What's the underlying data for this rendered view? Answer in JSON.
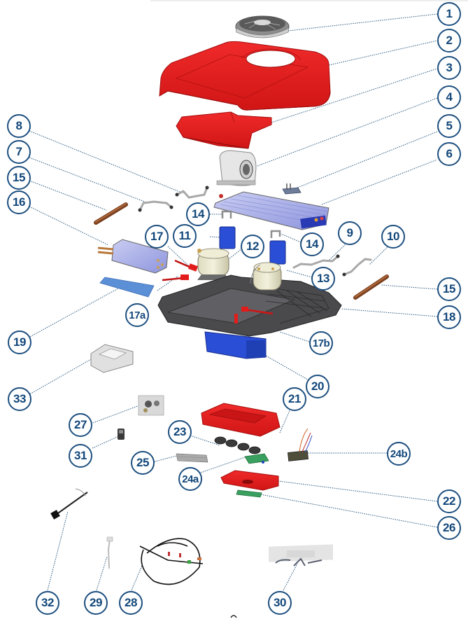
{
  "diagram": {
    "title": "",
    "type": "exploded-parts-view",
    "colors": {
      "callout_stroke": "#1d4f7f",
      "callout_text": "#12477a",
      "leader_line": "#2b5a80",
      "red_part": "#e21b1b",
      "blue_part": "#2a4fd6",
      "base_dark": "#4a4a4d"
    },
    "callouts": [
      {
        "id": "c1",
        "label": "1",
        "part": "fan-grille"
      },
      {
        "id": "c2",
        "label": "2",
        "part": "top-cover"
      },
      {
        "id": "c3",
        "label": "3",
        "part": "air-duct"
      },
      {
        "id": "c4",
        "label": "4",
        "part": "blower"
      },
      {
        "id": "c5",
        "label": "5",
        "part": "bracket"
      },
      {
        "id": "c6",
        "label": "6",
        "part": "condenser"
      },
      {
        "id": "c7",
        "label": "7",
        "part": "pipe"
      },
      {
        "id": "c8",
        "label": "8",
        "part": "pipe"
      },
      {
        "id": "c15a",
        "label": "15",
        "part": "filter-drier-left"
      },
      {
        "id": "c16",
        "label": "16",
        "part": "evaporator"
      },
      {
        "id": "c14a",
        "label": "14",
        "part": "clip"
      },
      {
        "id": "c17",
        "label": "17",
        "part": "heater"
      },
      {
        "id": "c11",
        "label": "11",
        "part": "capacitor"
      },
      {
        "id": "c12",
        "label": "12",
        "part": "compressor"
      },
      {
        "id": "c14b",
        "label": "14",
        "part": "clip"
      },
      {
        "id": "c9",
        "label": "9",
        "part": "pipe"
      },
      {
        "id": "c10",
        "label": "10",
        "part": "pipe"
      },
      {
        "id": "c13",
        "label": "13",
        "part": "compressor"
      },
      {
        "id": "c15b",
        "label": "15",
        "part": "filter-drier-right"
      },
      {
        "id": "c17a",
        "label": "17a",
        "part": "heater"
      },
      {
        "id": "c18",
        "label": "18",
        "part": "base-tray"
      },
      {
        "id": "c19",
        "label": "19",
        "part": "filter"
      },
      {
        "id": "c17b",
        "label": "17b",
        "part": "heater"
      },
      {
        "id": "c33",
        "label": "33",
        "part": "foam-block"
      },
      {
        "id": "c20",
        "label": "20",
        "part": "drain-box"
      },
      {
        "id": "c21",
        "label": "21",
        "part": "inner-frame"
      },
      {
        "id": "c27",
        "label": "27",
        "part": "hardware-bag"
      },
      {
        "id": "c23",
        "label": "23",
        "part": "knobs"
      },
      {
        "id": "c31",
        "label": "31",
        "part": "remote"
      },
      {
        "id": "c25",
        "label": "25",
        "part": "ribbon-cable"
      },
      {
        "id": "c24b",
        "label": "24b",
        "part": "control-board"
      },
      {
        "id": "c24a",
        "label": "24a",
        "part": "display-board"
      },
      {
        "id": "c22",
        "label": "22",
        "part": "front-panel"
      },
      {
        "id": "c26",
        "label": "26",
        "part": "led-board"
      },
      {
        "id": "c32",
        "label": "32",
        "part": "power-cable"
      },
      {
        "id": "c29",
        "label": "29",
        "part": "sensor"
      },
      {
        "id": "c28",
        "label": "28",
        "part": "wiring-harness"
      },
      {
        "id": "c30",
        "label": "30",
        "part": "decal"
      }
    ]
  }
}
